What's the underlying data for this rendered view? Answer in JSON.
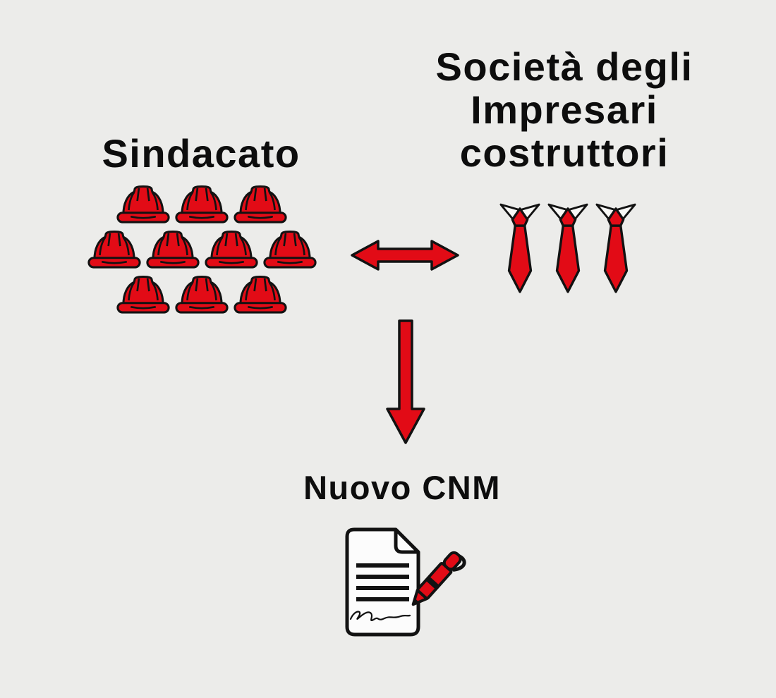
{
  "colors": {
    "background": "#ececea",
    "accent_red": "#e20b16",
    "outline": "#121212",
    "text": "#0d0d0d",
    "paper": "#fcfcfc",
    "collar_white": "#f8f8f6"
  },
  "left_group": {
    "title": "Sindacato",
    "icon": "hard-hat-icon",
    "icon_rows": [
      3,
      4,
      3
    ],
    "icon_count": 10
  },
  "right_group": {
    "title_lines": [
      "Società degli",
      "Impresari",
      "costruttori"
    ],
    "icon": "tie-icon",
    "icon_count": 3
  },
  "connectors": [
    {
      "name": "double-arrow",
      "direction": "horizontal-bidirectional",
      "between": [
        "Sindacato",
        "Società degli Impresari costruttori"
      ]
    },
    {
      "name": "down-arrow",
      "direction": "down",
      "to": "Nuovo CNM"
    }
  ],
  "result_group": {
    "title": "Nuovo CNM",
    "icon": "signed-document-icon"
  }
}
